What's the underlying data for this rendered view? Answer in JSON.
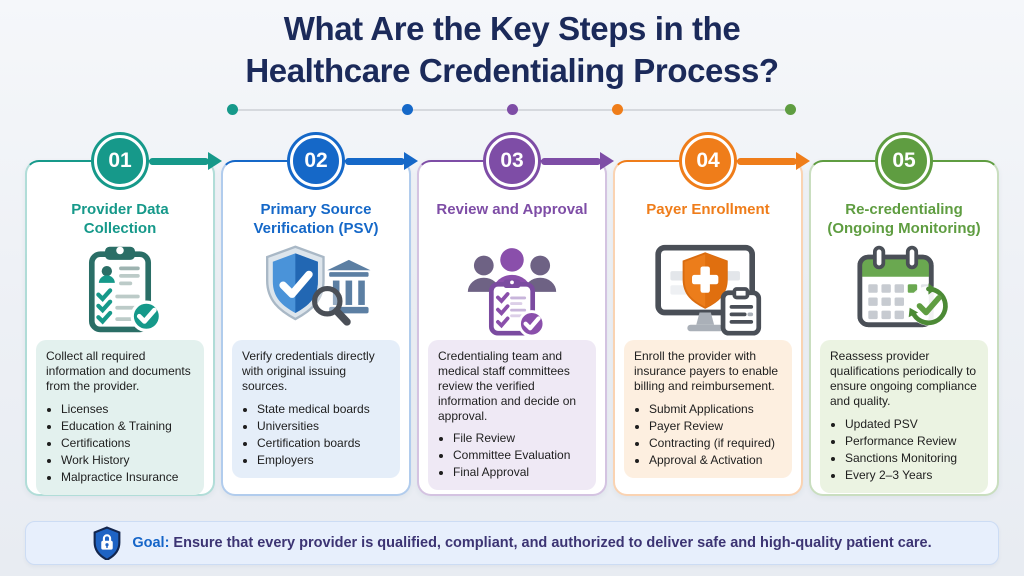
{
  "title": {
    "line1": "What Are the Key Steps in the",
    "line2": "Healthcare Credentialing Process?"
  },
  "steps": [
    {
      "number": "01",
      "title": "Provider Data Collection",
      "color": "#16998a",
      "tint": "#e3f1ee",
      "icon": "clipboard-checklist-icon",
      "description": "Collect all required information and documents from the provider.",
      "bullets": [
        "Licenses",
        "Education & Training",
        "Certifications",
        "Work History",
        "Malpractice Insurance"
      ]
    },
    {
      "number": "02",
      "title": "Primary Source Verification (PSV)",
      "color": "#1568c8",
      "tint": "#e5eef9",
      "icon": "shield-verification-icon",
      "description": "Verify credentials directly with original issuing sources.",
      "bullets": [
        "State medical boards",
        "Universities",
        "Certification boards",
        "Employers"
      ]
    },
    {
      "number": "03",
      "title": "Review and Approval",
      "color": "#7e4da6",
      "tint": "#efe9f5",
      "icon": "committee-review-icon",
      "description": "Credentialing team and medical staff committees review the verified information and decide on approval.",
      "bullets": [
        "File Review",
        "Committee Evaluation",
        "Final Approval"
      ]
    },
    {
      "number": "04",
      "title": "Payer Enrollment",
      "color": "#ef7d1a",
      "tint": "#fdefe0",
      "icon": "monitor-shield-icon",
      "description": "Enroll the provider with insurance payers to enable billing and reimbursement.",
      "bullets": [
        "Submit Applications",
        "Payer Review",
        "Contracting (if required)",
        "Approval & Activation"
      ]
    },
    {
      "number": "05",
      "title": "Re-credentialing (Ongoing Monitoring)",
      "color": "#5f9d41",
      "tint": "#ebf3e2",
      "icon": "calendar-renewal-icon",
      "description": "Reassess provider qualifications periodically to ensure ongoing compliance and quality.",
      "bullets": [
        "Updated PSV",
        "Performance Review",
        "Sanctions Monitoring",
        "Every 2–3 Years"
      ]
    }
  ],
  "goal": {
    "label": "Goal:",
    "text": "Ensure that every provider is qualified, compliant, and authorized to deliver safe and high-quality patient care.",
    "label_color": "#1565c8"
  }
}
